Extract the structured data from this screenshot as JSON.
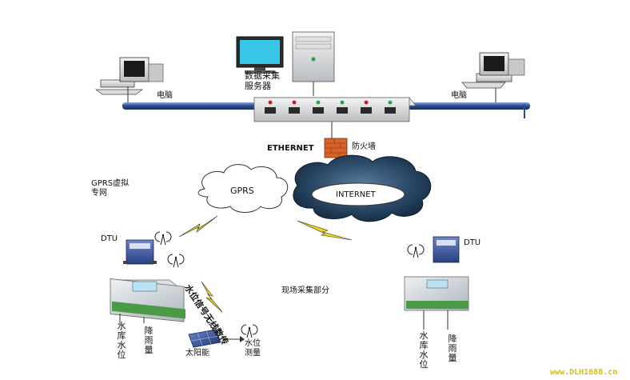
{
  "labels": {
    "pc_left": "电脑",
    "pc_right": "电脑",
    "server": "数据采集服务器",
    "ethernet": "ETHERNET",
    "firewall": "防火墙",
    "gprs_vnet": "GPRS虚拟专网",
    "gprs": "GPRS",
    "internet": "INTERNET",
    "dtu_left": "DTU",
    "dtu_right": "DTU",
    "wireless": "水位信号无线数传",
    "field": "现场采集部分",
    "reservoir_left": "水库水位",
    "rain_left": "降雨量",
    "solar": "太阳能",
    "waterlevel": "水位测量",
    "reservoir_right": "水库水位",
    "rain_right": "降雨量",
    "watermark": "www.DLH1688.cn"
  },
  "colors": {
    "bus": "#2b4a8c",
    "cloud_dark": "#1f3a55",
    "cloud_light": "#ffffff",
    "lightning": "#f2d21b",
    "switch_led_red": "#cc1b1b",
    "switch_led_green": "#2ea043",
    "brick": "#d9622b",
    "watermark": "#d9c000"
  }
}
